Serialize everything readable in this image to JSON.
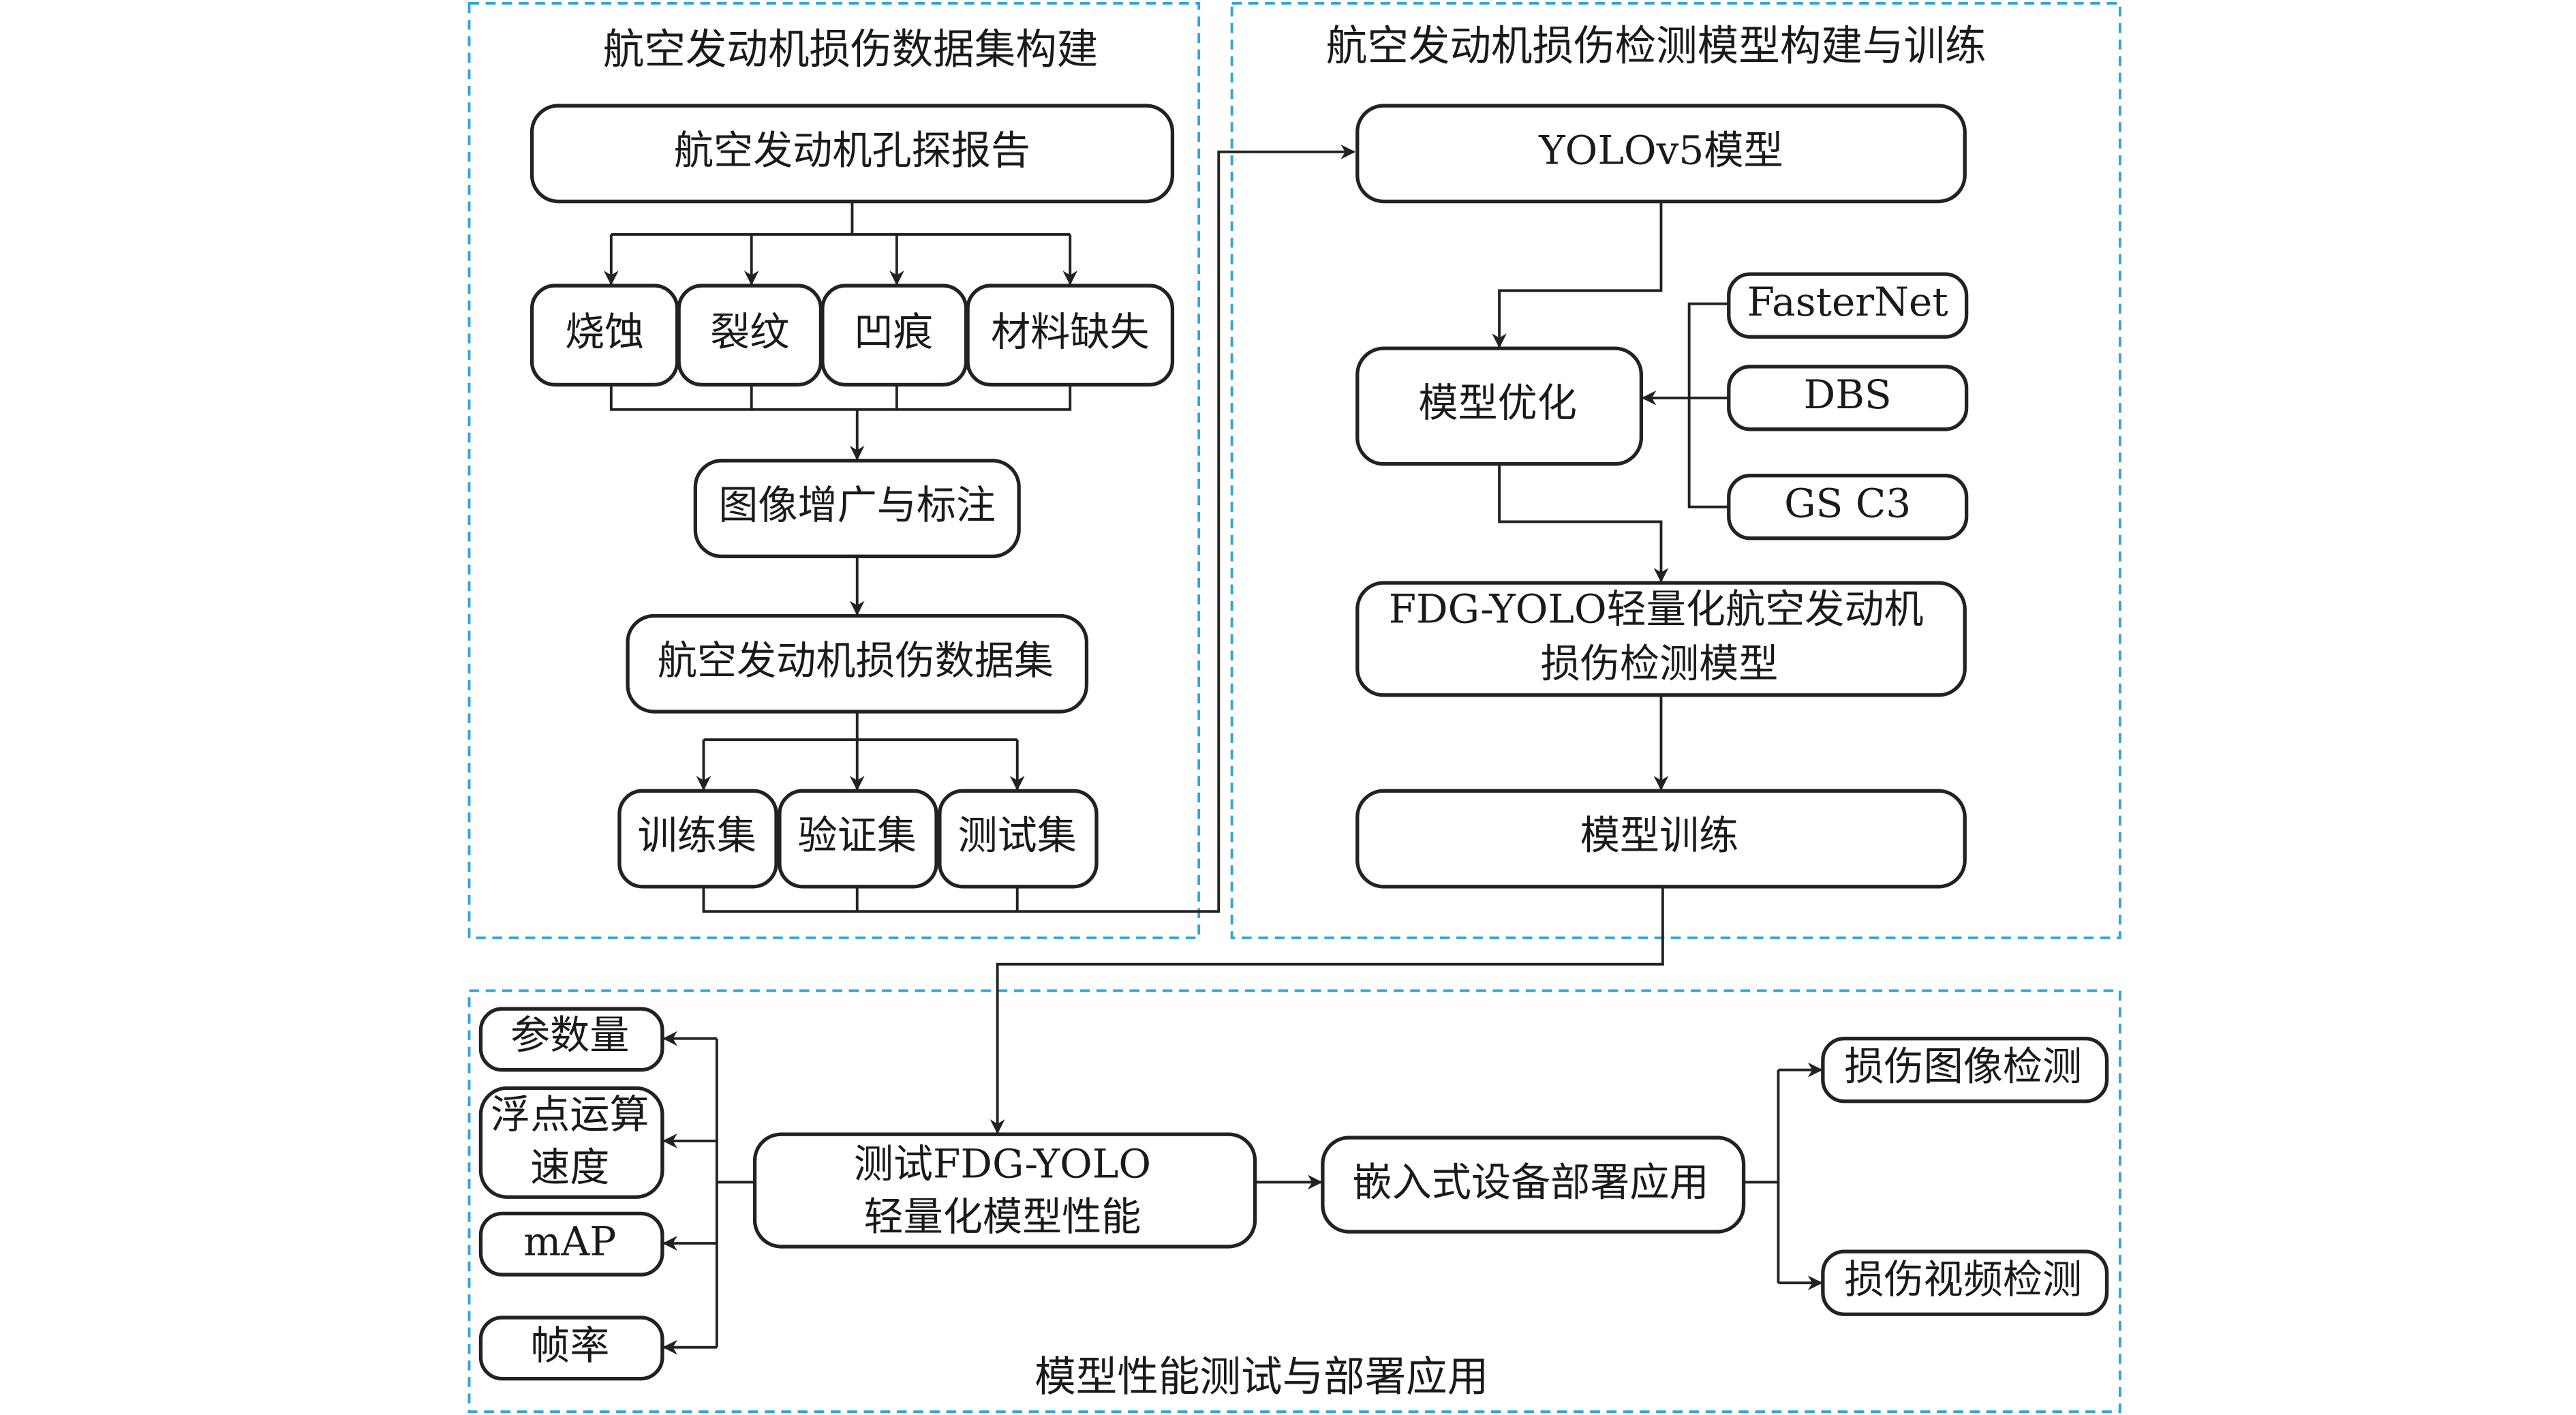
{
  "colors": {
    "frame": "#2ea6dc",
    "stroke": "#222222",
    "text": "#1a1a1a"
  },
  "sections": {
    "dataset": {
      "title": "航空发动机损伤数据集构建",
      "report": "航空发动机孔探报告",
      "damage_types": [
        "烧蚀",
        "裂纹",
        "凹痕",
        "材料缺失"
      ],
      "augment": "图像增广与标注",
      "dataset": "航空发动机损伤数据集",
      "splits": [
        "训练集",
        "验证集",
        "测试集"
      ]
    },
    "model": {
      "title": "航空发动机损伤检测模型构建与训练",
      "base": "YOLOv5模型",
      "optimize": "模型优化",
      "modules": [
        "FasterNet",
        "DBS",
        "GS C3"
      ],
      "result_line1": "FDG-YOLO轻量化航空发动机",
      "result_line2": "损伤检测模型",
      "training": "模型训练"
    },
    "deploy": {
      "title": "模型性能测试与部署应用",
      "metrics": [
        "参数量",
        "浮点运算",
        "速度",
        "mAP",
        "帧率"
      ],
      "test_line1": "测试FDG-YOLO",
      "test_line2": "轻量化模型性能",
      "embedded": "嵌入式设备部署应用",
      "apps": [
        "损伤图像检测",
        "损伤视频检测"
      ]
    }
  }
}
